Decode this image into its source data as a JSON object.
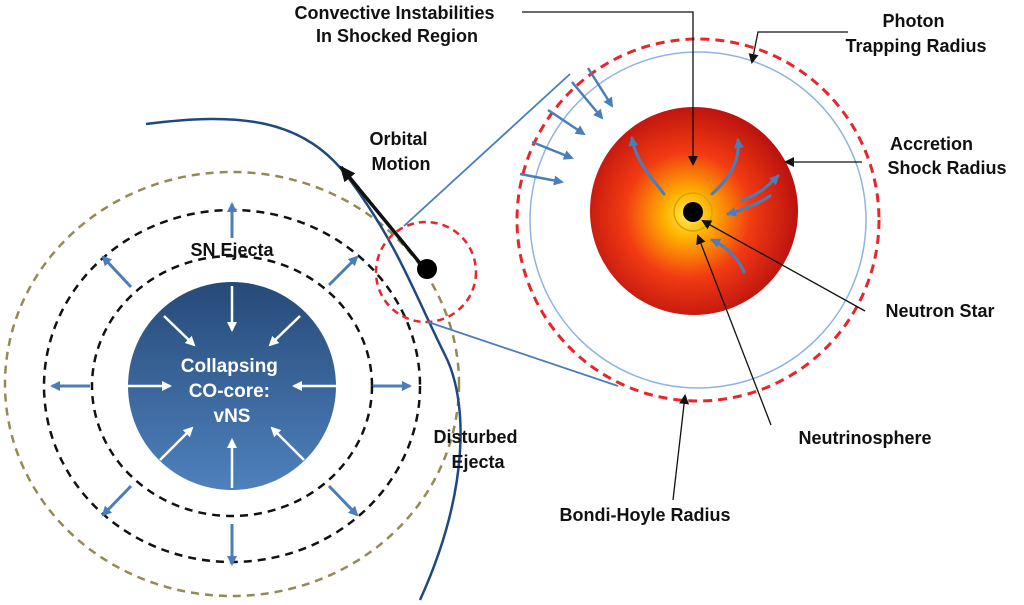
{
  "labels": {
    "convective_line1": "Convective Instabilities",
    "convective_line2": "In Shocked Region",
    "photon_line1": "Photon",
    "photon_line2": "Trapping Radius",
    "accretion_line1": "Accretion",
    "accretion_line2": "Shock Radius",
    "orbital_line1": "Orbital",
    "orbital_line2": "Motion",
    "sn_ejecta": "SN Ejecta",
    "core_line1": "Collapsing",
    "core_line2": "CO-core:",
    "core_line3": "vNS",
    "disturbed_line1": "Disturbed",
    "disturbed_line2": "Ejecta",
    "neutron_star": "Neutron Star",
    "neutrinosphere": "Neutrinosphere",
    "bondi_hoyle": "Bondi-Hoyle Radius"
  },
  "colors": {
    "arrow_blue": "#4a7ebb",
    "core_dark": "#264a78",
    "core_light": "#4f81bd",
    "dashed_red": "#e8252b",
    "dashed_olive": "#948a54",
    "ejecta_curve": "#1f497d",
    "sphere_inner": "#ffee55",
    "sphere_outer": "#b70f0f"
  }
}
